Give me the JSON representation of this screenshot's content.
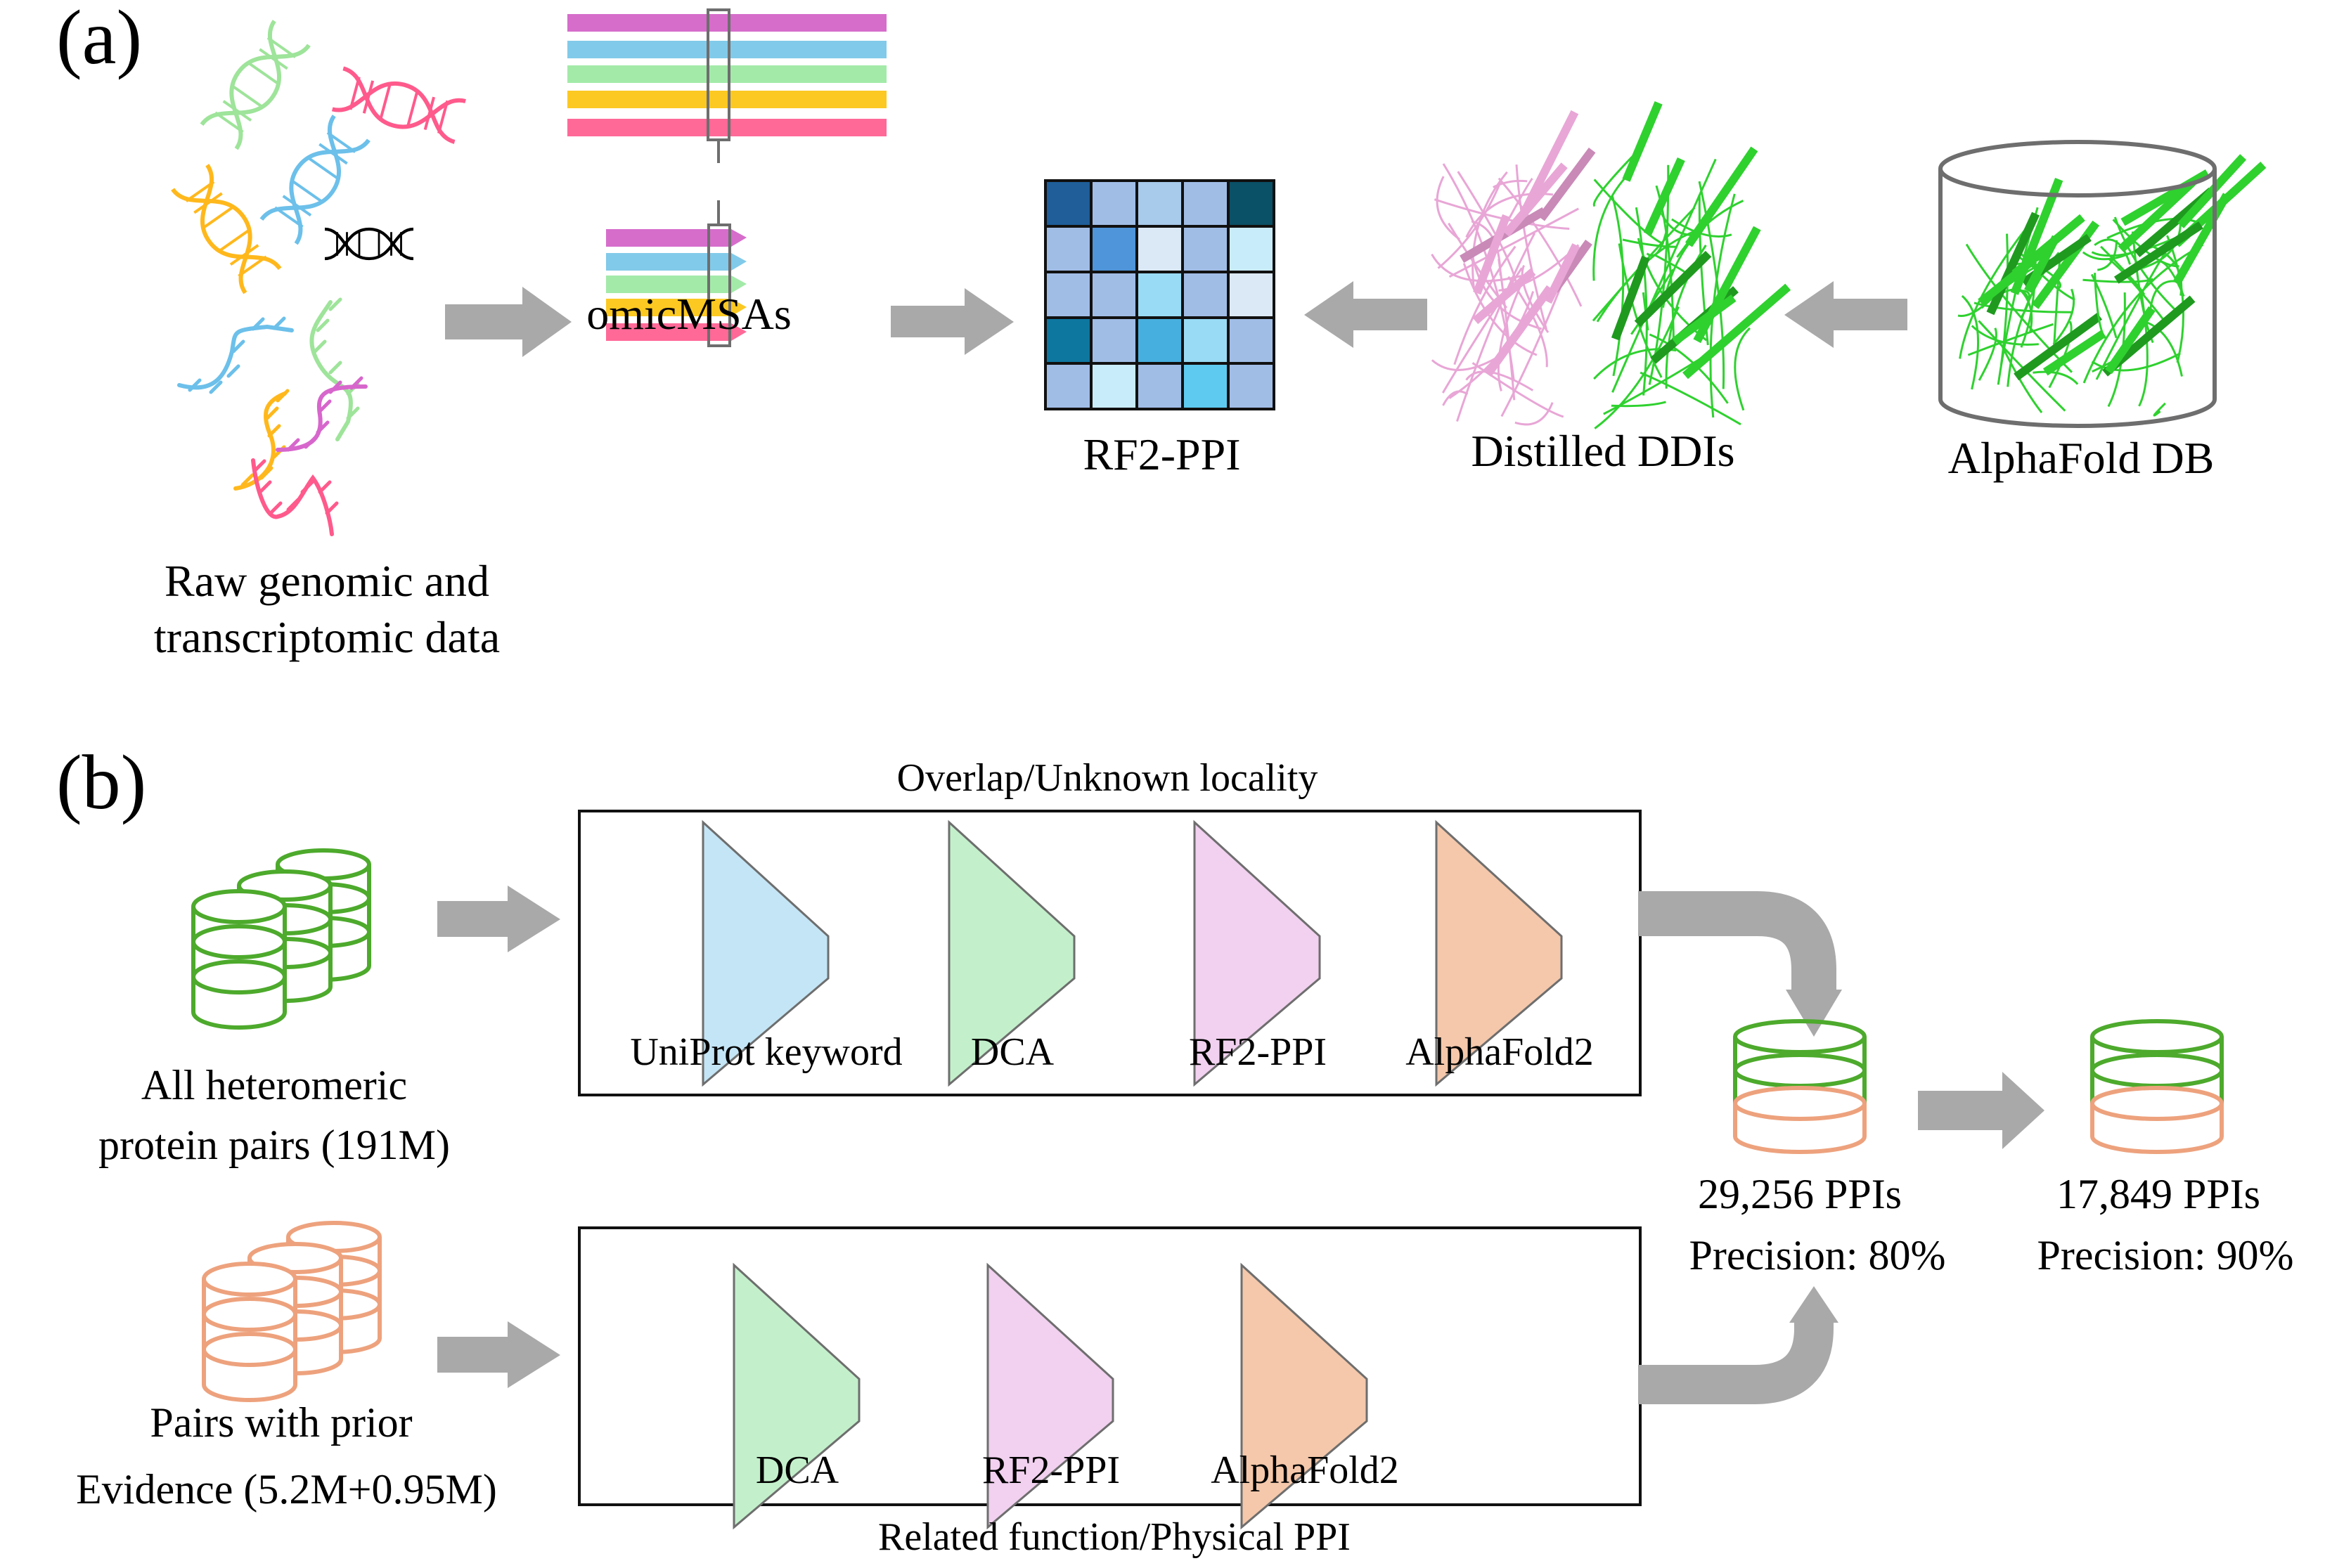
{
  "figure": {
    "panel_a": {
      "label": "(a)",
      "raw_data": {
        "line1": "Raw genomic and",
        "line2": "transcriptomic data",
        "dna_colors": [
          "#9ee49a",
          "#ff5a8c",
          "#6cc0ea",
          "#ffb81c",
          "#000000"
        ],
        "rna_colors": [
          "#6cc0ea",
          "#9ee49a",
          "#ffb81c",
          "#d766cc",
          "#ff5a8c"
        ]
      },
      "omic_msas": {
        "label": "omicMSAs",
        "row_colors": [
          "#d66dcb",
          "#82cae9",
          "#a3eaa9",
          "#fcc922",
          "#ff6998"
        ]
      },
      "rf2_ppi": {
        "label": "RF2-PPI",
        "matrix_colors": [
          [
            "#1f5e99",
            "#a0bde6",
            "#a8caeb",
            "#a0bde6",
            "#0a5066"
          ],
          [
            "#a0bde6",
            "#4f95d9",
            "#dbe8f5",
            "#a0bde6",
            "#c9ecfb"
          ],
          [
            "#a0bde6",
            "#a0bde6",
            "#99dbf5",
            "#a0bde6",
            "#dbe8f5"
          ],
          [
            "#0e77a0",
            "#a0bde6",
            "#47afdf",
            "#99dbf5",
            "#a0bde6"
          ],
          [
            "#a0bde6",
            "#c9ecfb",
            "#a0bde6",
            "#5ecaf0",
            "#a0bde6"
          ]
        ]
      },
      "distilled_ddis": {
        "label": "Distilled DDIs",
        "chain_colors": [
          "#e8a6d6",
          "#2fd12f"
        ]
      },
      "alphafold_db": {
        "label": "AlphaFold DB",
        "structure_color": "#2fd12f"
      }
    },
    "panel_b": {
      "label": "(b)",
      "all_pairs": {
        "line1": "All heteromeric",
        "line2": "protein pairs (191M)",
        "color": "#4daa2c"
      },
      "prior_pairs": {
        "line1": "Pairs with prior",
        "line2": "Evidence (5.2M+0.95M)",
        "color": "#eda27d"
      },
      "top_box": {
        "title": "Overlap/Unknown locality",
        "filters": [
          {
            "label": "UniProt keyword",
            "color": "#c4e5f5"
          },
          {
            "label": "DCA",
            "color": "#c3f0cb"
          },
          {
            "label": "RF2-PPI",
            "color": "#f1d1ef"
          },
          {
            "label": "AlphaFold2",
            "color": "#f5c8ab"
          }
        ]
      },
      "bottom_box": {
        "title": "Related function/Physical PPI",
        "filters": [
          {
            "label": "DCA",
            "color": "#c3f0cb"
          },
          {
            "label": "RF2-PPI",
            "color": "#f1d1ef"
          },
          {
            "label": "AlphaFold2",
            "color": "#f5c8ab"
          }
        ]
      },
      "result_1": {
        "count": "29,256 PPIs",
        "precision": "Precision: 80%"
      },
      "result_2": {
        "count": "17,849 PPIs",
        "precision": "Precision: 90%"
      }
    },
    "colors": {
      "arrow": "#a9a9a9",
      "box_border": "#111111",
      "filter_stroke": "#6e6e6e",
      "db_outline": "#6e6e6e"
    }
  }
}
